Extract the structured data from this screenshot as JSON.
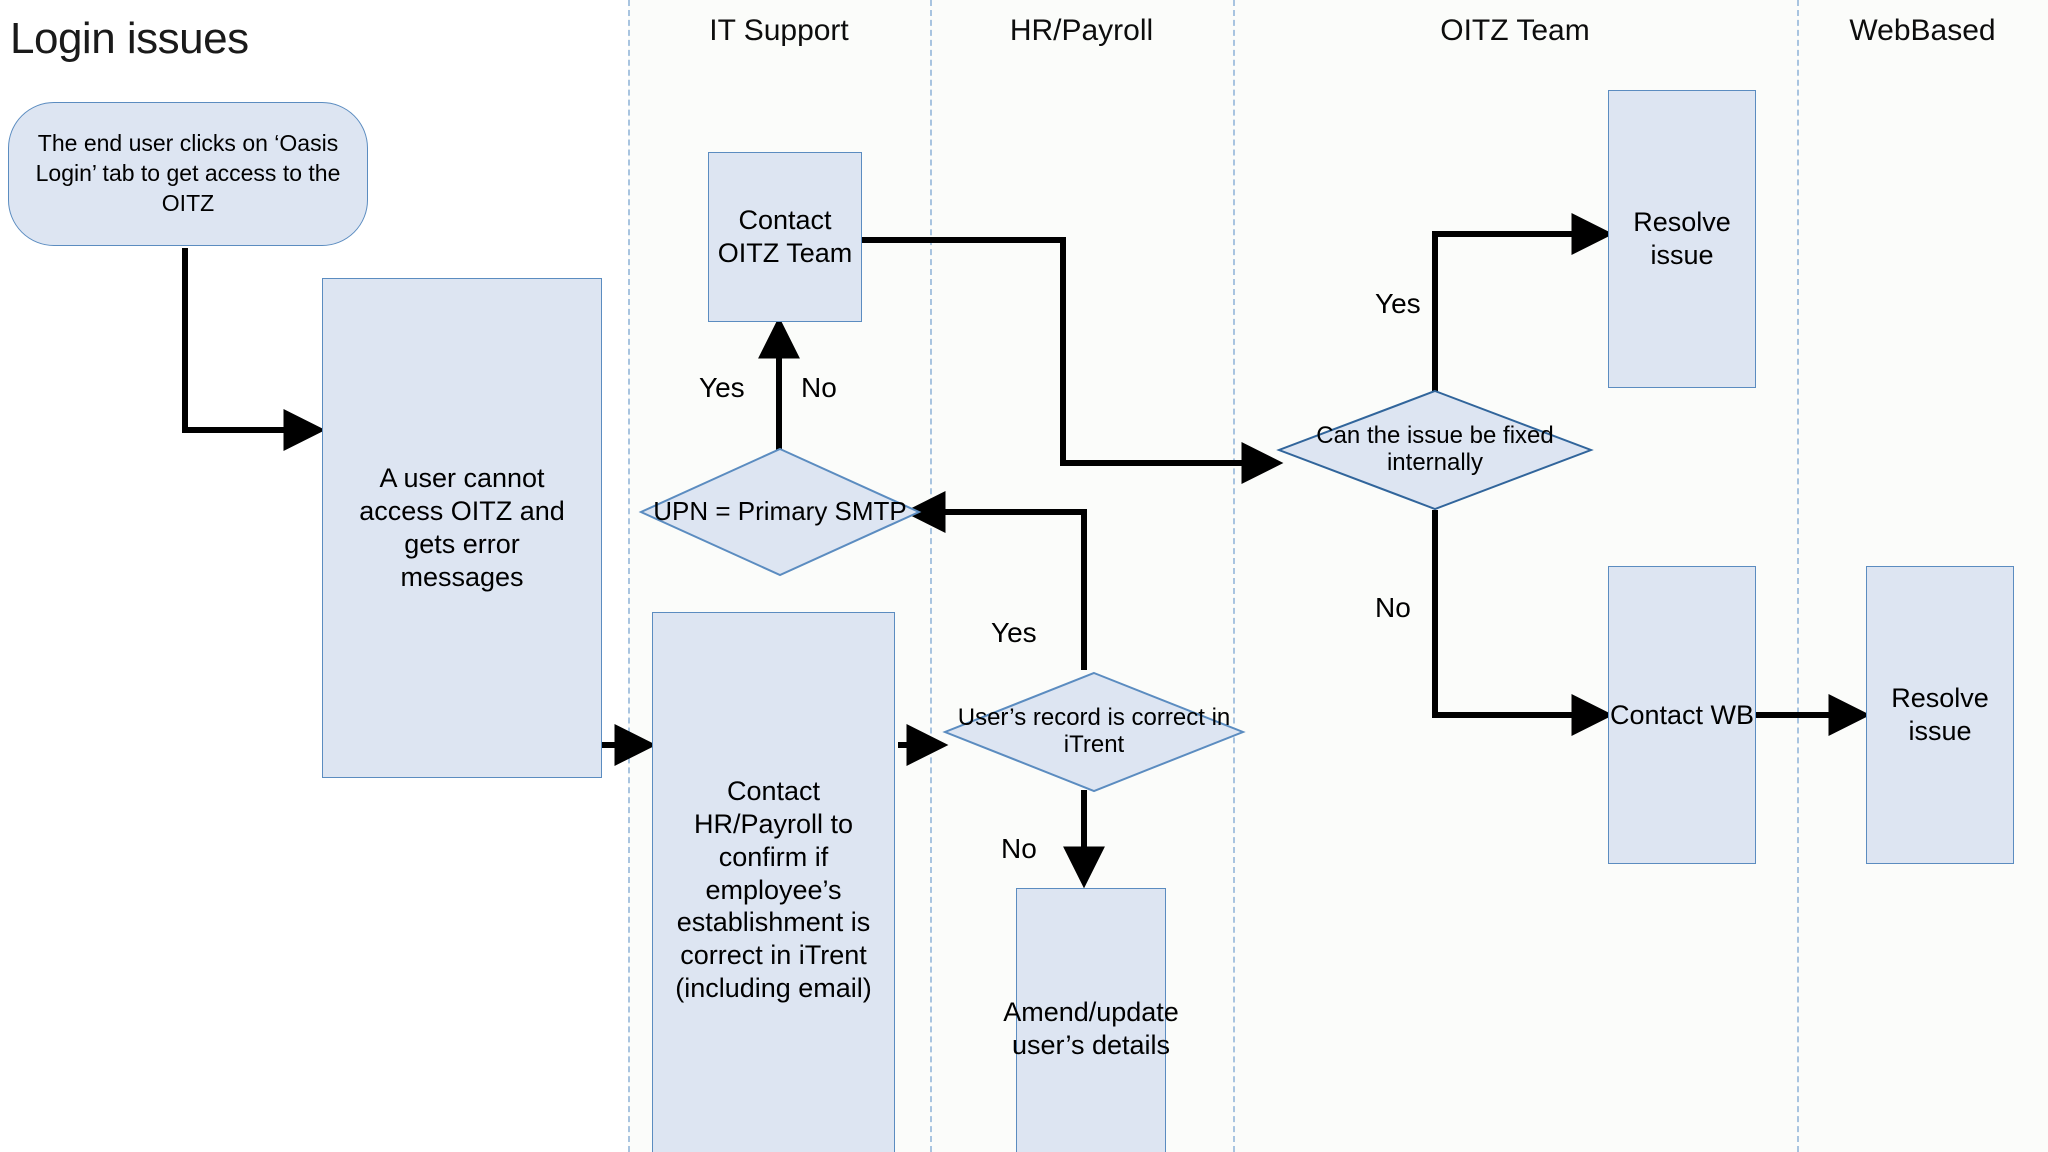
{
  "page_title": "Login issues",
  "colors": {
    "node_fill": "#dde5f2",
    "node_border": "#5b8cc0",
    "lane_divider": "#a8c4e0",
    "connector": "#000000",
    "text": "#000000",
    "lane_tint": "#fbfcfa"
  },
  "lanes": [
    {
      "id": "lane-end-user",
      "label": ""
    },
    {
      "id": "lane-it-support",
      "label": "IT Support"
    },
    {
      "id": "lane-hr-payroll",
      "label": "HR/Payroll"
    },
    {
      "id": "lane-oitz-team",
      "label": "OITZ Team"
    },
    {
      "id": "lane-webbased",
      "label": "WebBased"
    }
  ],
  "nodes": {
    "start": {
      "id": "start-end-user-clicks",
      "shape": "terminator",
      "text": "The end user clicks on ‘Oasis Login’ tab to get access to the OITZ"
    },
    "user_cannot_access": {
      "id": "process-user-cannot-access",
      "shape": "process",
      "text": "A user cannot access OITZ and gets error messages"
    },
    "contact_oitz_team": {
      "id": "process-contact-oitz-team",
      "shape": "process",
      "text": "Contact OITZ Team"
    },
    "upn_primary_smtp": {
      "id": "decision-upn-primary-smtp",
      "shape": "decision",
      "text": "UPN = Primary SMTP"
    },
    "contact_hr_payroll": {
      "id": "process-contact-hr-payroll",
      "shape": "process",
      "text": "Contact HR/Payroll to confirm if employee’s establishment is correct in iTrent (including email)"
    },
    "user_record_correct": {
      "id": "decision-user-record-correct",
      "shape": "decision",
      "text": "User’s record is correct in iTrent"
    },
    "amend_update": {
      "id": "process-amend-update-user-details",
      "shape": "process",
      "text": "Amend/update user’s details"
    },
    "can_fix_internally": {
      "id": "decision-can-issue-be-fixed-internally",
      "shape": "decision",
      "text": "Can the issue be fixed internally"
    },
    "resolve_issue_oitz": {
      "id": "process-resolve-issue-oitz",
      "shape": "process",
      "text": "Resolve issue"
    },
    "contact_wb": {
      "id": "process-contact-wb",
      "shape": "process",
      "text": "Contact WB"
    },
    "resolve_issue_wb": {
      "id": "process-resolve-issue-wb",
      "shape": "process",
      "text": "Resolve issue"
    }
  },
  "edge_labels": {
    "upn_yes": "Yes",
    "upn_no": "No",
    "record_yes": "Yes",
    "record_no": "No",
    "internal_yes": "Yes",
    "internal_no": "No"
  }
}
